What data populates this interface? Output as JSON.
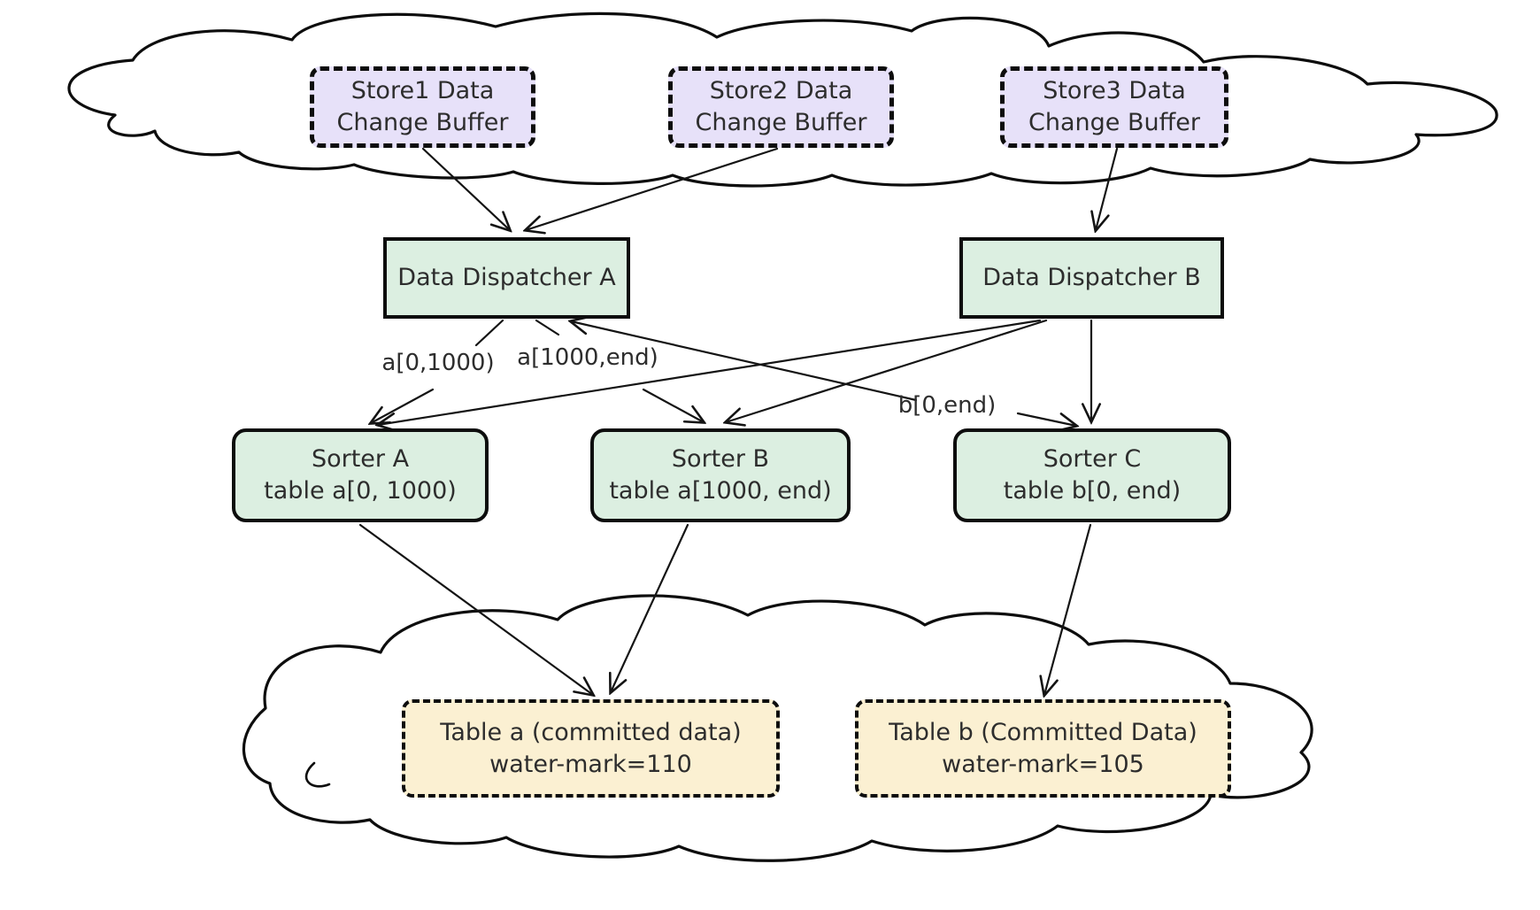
{
  "nodes": {
    "store1": {
      "line1": "Store1 Data",
      "line2": "Change Buffer"
    },
    "store2": {
      "line1": "Store2 Data",
      "line2": "Change Buffer"
    },
    "store3": {
      "line1": "Store3 Data",
      "line2": "Change Buffer"
    },
    "dispatcher_a": {
      "label": "Data Dispatcher A"
    },
    "dispatcher_b": {
      "label": "Data Dispatcher B"
    },
    "sorter_a": {
      "line1": "Sorter A",
      "line2": "table a[0, 1000)"
    },
    "sorter_b": {
      "line1": "Sorter B",
      "line2": "table a[1000, end)"
    },
    "sorter_c": {
      "line1": "Sorter C",
      "line2": "table b[0, end)"
    },
    "table_a": {
      "line1": "Table a (committed data)",
      "line2": "water-mark=110"
    },
    "table_b": {
      "line1": "Table b (Committed Data)",
      "line2": "water-mark=105"
    }
  },
  "edge_labels": {
    "a_range_low": "a[0,1000)",
    "a_range_high": "a[1000,end)",
    "b_range_all": "b[0,end)"
  },
  "colors": {
    "store_fill": "#e7e1f9",
    "process_fill": "#dcefe1",
    "table_fill": "#fbf0d2",
    "outline": "#0d0d0d",
    "text": "#2d2d2d"
  }
}
